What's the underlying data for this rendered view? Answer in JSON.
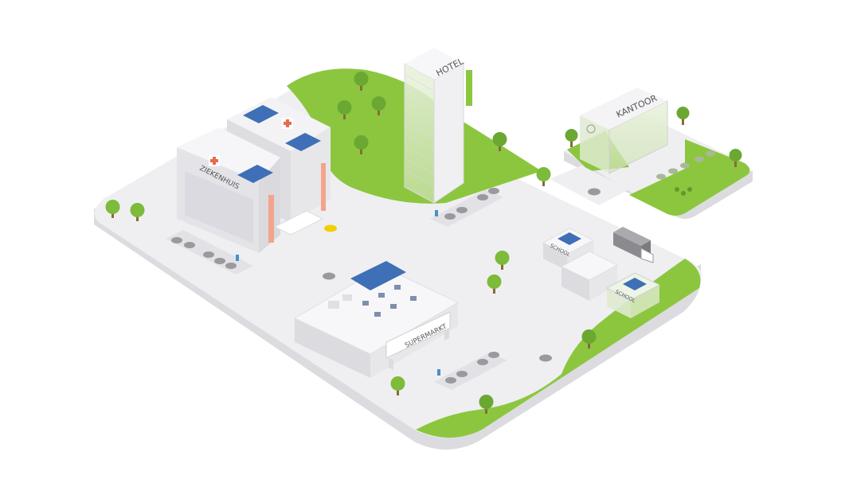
{
  "labels": {
    "hospital": "ZIEKENHUIS",
    "hotel": "HOTEL",
    "office": "KANTOOR",
    "school_1": "SCHOOL",
    "school_2": "SCHOOL",
    "supermarket": "SUPERMARKT"
  },
  "colors": {
    "ground": "#efeff1",
    "ground_edge": "#dcdce0",
    "grass": "#8cc63f",
    "grass_edge": "#72a832",
    "building": "#f3f3f5",
    "building_side": "#dedee2",
    "solar": "#3f6fb6",
    "accent": "#f2a48c",
    "car": "#9a9a9e",
    "taxi": "#f0d000",
    "tree": "#7dbb3a",
    "trunk": "#8a6a3a"
  }
}
